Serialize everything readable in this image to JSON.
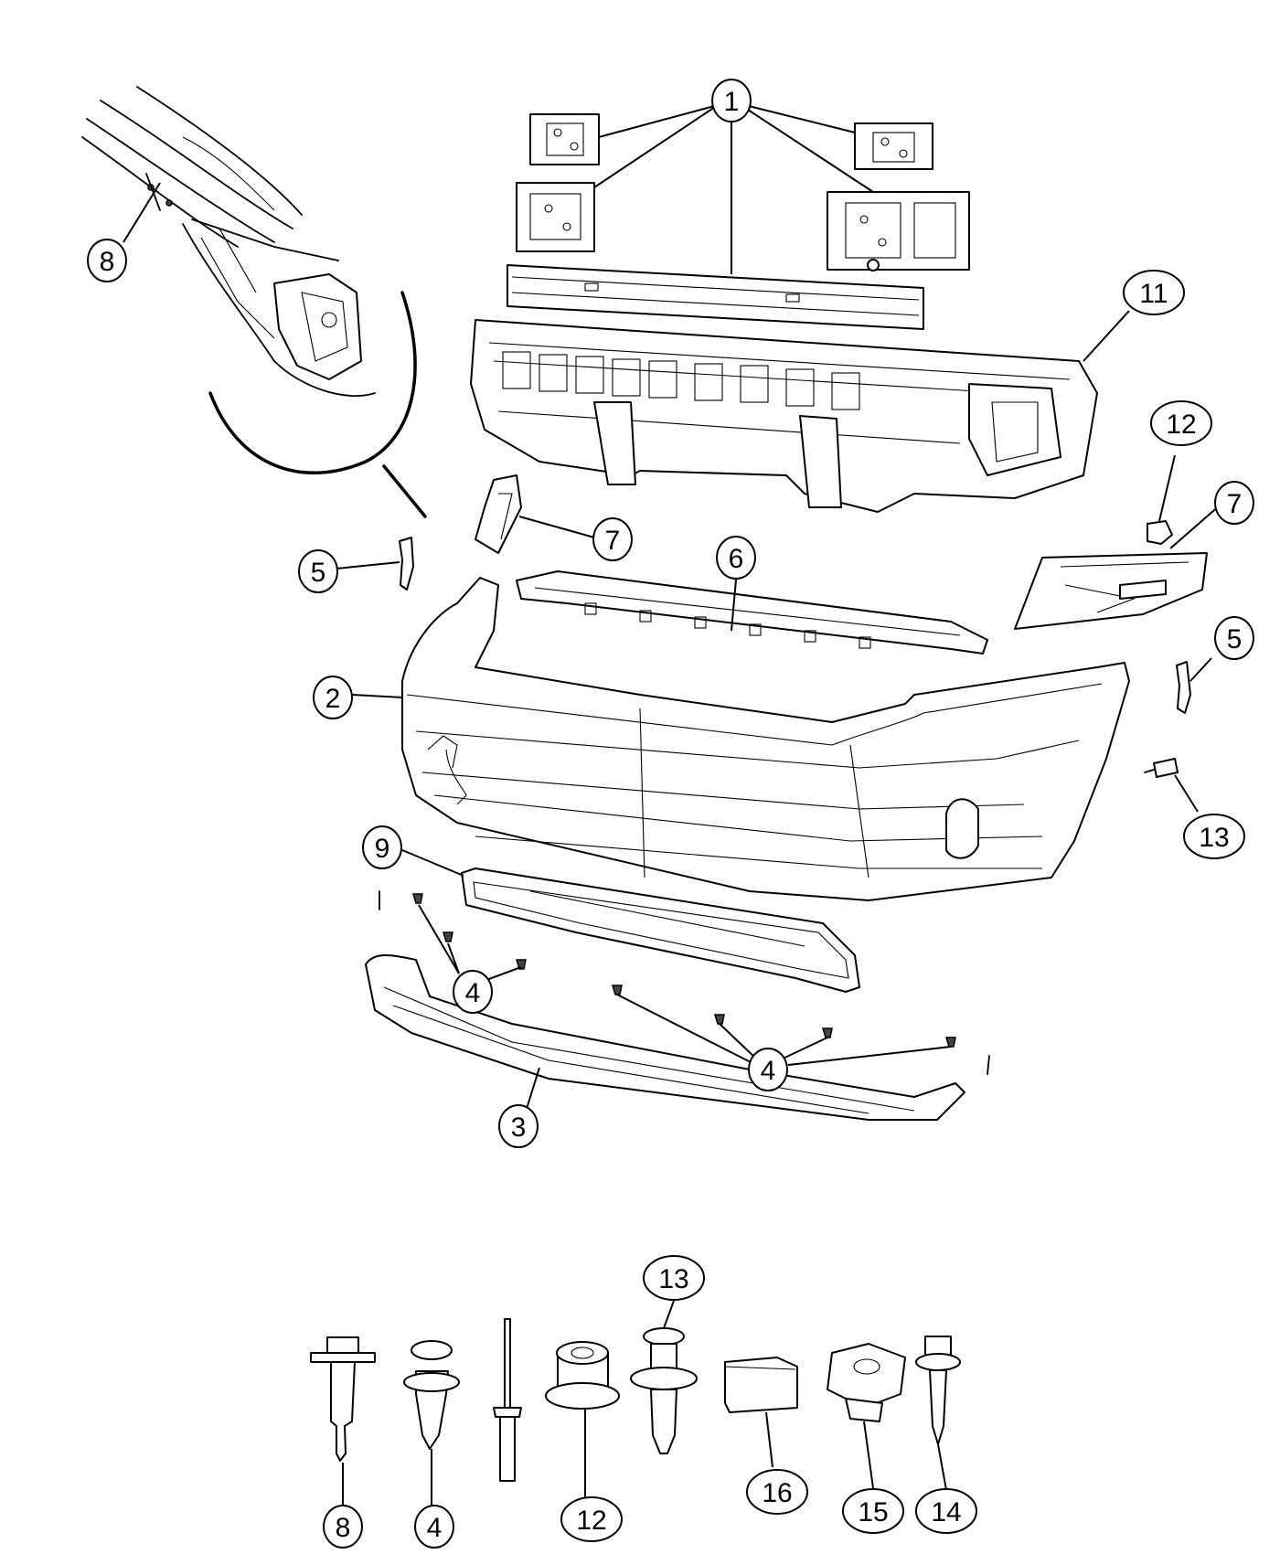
{
  "diagram": {
    "callouts": [
      {
        "id": "c1",
        "label": "1"
      },
      {
        "id": "c2",
        "label": "2"
      },
      {
        "id": "c3",
        "label": "3"
      },
      {
        "id": "c4a",
        "label": "4"
      },
      {
        "id": "c4b",
        "label": "4"
      },
      {
        "id": "c5a",
        "label": "5"
      },
      {
        "id": "c5b",
        "label": "5"
      },
      {
        "id": "c6",
        "label": "6"
      },
      {
        "id": "c7a",
        "label": "7"
      },
      {
        "id": "c7b",
        "label": "7"
      },
      {
        "id": "c8",
        "label": "8"
      },
      {
        "id": "c9",
        "label": "9"
      },
      {
        "id": "c11",
        "label": "11"
      },
      {
        "id": "c12",
        "label": "12"
      },
      {
        "id": "c13",
        "label": "13"
      },
      {
        "id": "h8",
        "label": "8"
      },
      {
        "id": "h4",
        "label": "4"
      },
      {
        "id": "h13",
        "label": "13"
      },
      {
        "id": "h12",
        "label": "12"
      },
      {
        "id": "h16",
        "label": "16"
      },
      {
        "id": "h15",
        "label": "15"
      },
      {
        "id": "h14",
        "label": "14"
      }
    ]
  }
}
